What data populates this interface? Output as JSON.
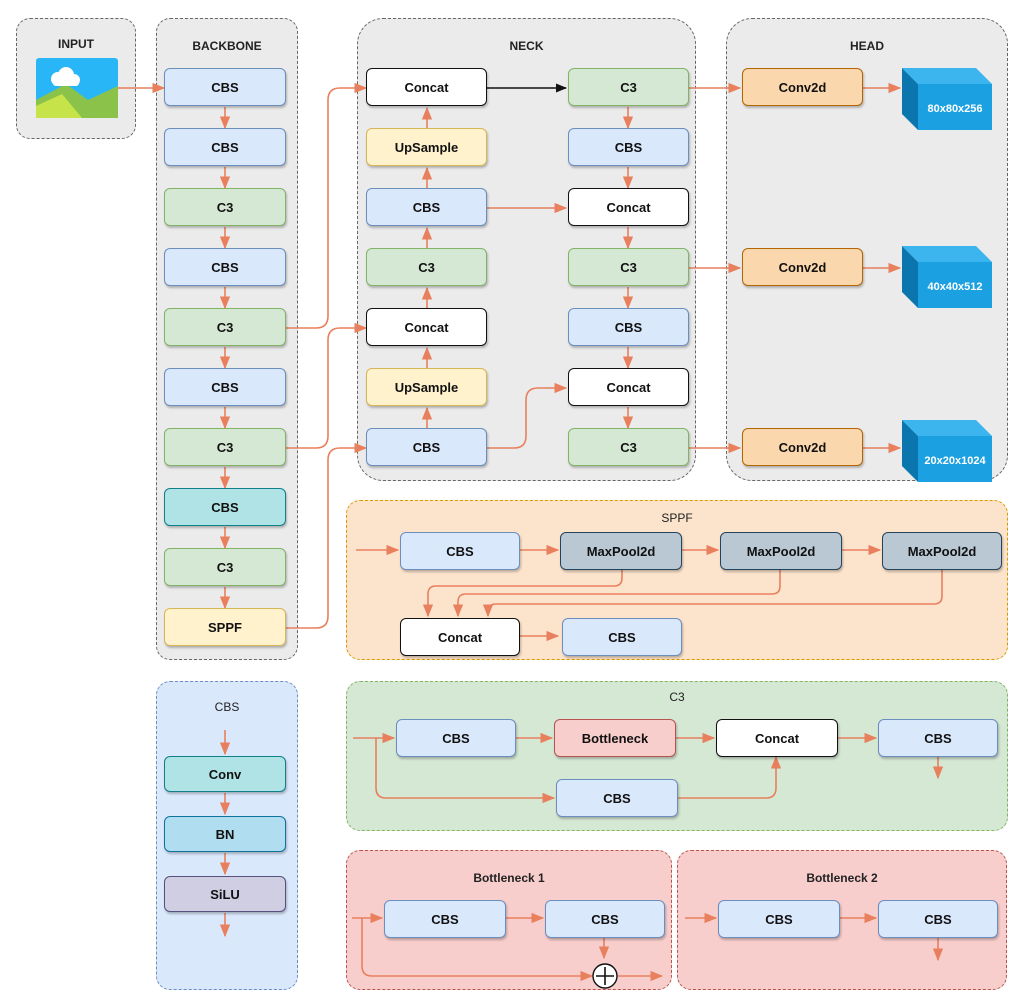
{
  "input": {
    "title": "INPUT"
  },
  "backbone": {
    "title": "BACKBONE",
    "nodes": [
      "CBS",
      "CBS",
      "C3",
      "CBS",
      "C3",
      "CBS",
      "C3",
      "CBS",
      "C3",
      "SPPF"
    ]
  },
  "neck": {
    "title": "NECK",
    "left": [
      "Concat",
      "UpSample",
      "CBS",
      "C3",
      "Concat",
      "UpSample",
      "CBS"
    ],
    "right": [
      "C3",
      "CBS",
      "Concat",
      "C3",
      "CBS",
      "Concat",
      "C3"
    ]
  },
  "head": {
    "title": "HEAD",
    "convs": [
      "Conv2d",
      "Conv2d",
      "Conv2d"
    ],
    "outputs": [
      "80x80x256",
      "40x40x512",
      "20x20x1024"
    ]
  },
  "sppf": {
    "title": "SPPF",
    "nodes": [
      "CBS",
      "MaxPool2d",
      "MaxPool2d",
      "MaxPool2d",
      "Concat",
      "CBS"
    ]
  },
  "cbs_block": {
    "title": "CBS",
    "nodes": [
      "Conv",
      "BN",
      "SiLU"
    ]
  },
  "c3_block": {
    "title": "C3",
    "nodes": [
      "CBS",
      "Bottleneck",
      "Concat",
      "CBS",
      "CBS"
    ]
  },
  "bottleneck1": {
    "title": "Bottleneck 1",
    "nodes": [
      "CBS",
      "CBS"
    ]
  },
  "bottleneck2": {
    "title": "Bottleneck 2",
    "nodes": [
      "CBS",
      "CBS"
    ]
  },
  "colors": {
    "arrow": "#e8805e",
    "cube": "#1ba1e2",
    "cube_top": "#3cb4ee",
    "cube_side": "#0b76ad"
  }
}
